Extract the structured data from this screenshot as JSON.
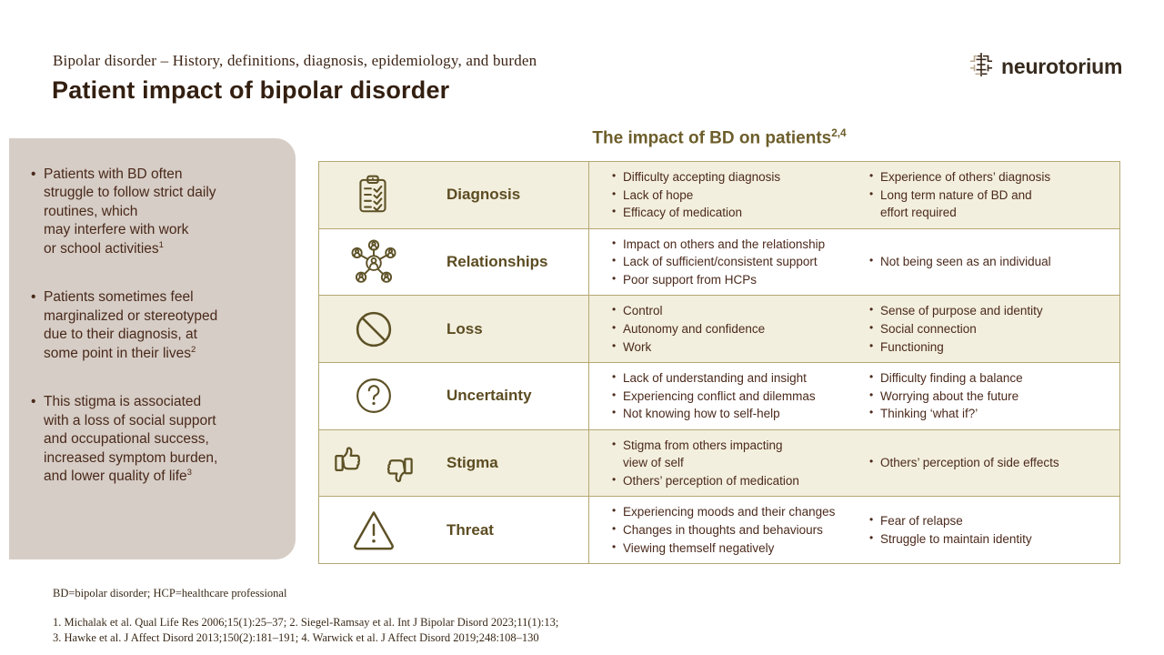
{
  "header": {
    "kicker": "Bipolar disorder – History, definitions, diagnosis, epidemiology, and burden",
    "title": "Patient impact of bipolar disorder",
    "logo_text": "neurotorium"
  },
  "sidebar": {
    "bullets": [
      {
        "text": "Patients with BD often\nstruggle to follow strict daily\nroutines, which\nmay interfere with work\nor school activities",
        "sup": "1"
      },
      {
        "text": "Patients sometimes feel\nmarginalized or stereotyped\ndue to their diagnosis, at\nsome point in their lives",
        "sup": "2"
      },
      {
        "text": "This stigma is associated\nwith a loss of social support\nand occupational success,\nincreased symptom burden,\nand lower quality of life",
        "sup": "3"
      }
    ]
  },
  "table": {
    "title": {
      "text": "The impact of BD on patients",
      "sup": "2,4"
    },
    "rows": [
      {
        "label": "Diagnosis",
        "icon": "clipboard-checklist-icon",
        "col1": [
          "Difficulty accepting diagnosis",
          "Lack of hope",
          "Efficacy of medication"
        ],
        "col2": [
          "Experience of others’ diagnosis",
          "Long term nature of BD and\neffort required"
        ]
      },
      {
        "label": "Relationships",
        "icon": "people-network-icon",
        "col1": [
          "Impact on others and the relationship",
          "Lack of sufficient/consistent support",
          "Poor support from HCPs"
        ],
        "col2": [
          "Not being seen as an individual"
        ]
      },
      {
        "label": "Loss",
        "icon": "prohibition-icon",
        "col1": [
          "Control",
          "Autonomy and confidence",
          "Work"
        ],
        "col2": [
          "Sense of purpose and identity",
          "Social connection",
          "Functioning"
        ]
      },
      {
        "label": "Uncertainty",
        "icon": "question-circle-icon",
        "col1": [
          "Lack of understanding and insight",
          "Experiencing conflict and dilemmas",
          "Not knowing how to self-help"
        ],
        "col2": [
          "Difficulty finding a balance",
          "Worrying about the future",
          "Thinking ‘what if?’"
        ]
      },
      {
        "label": "Stigma",
        "icon": "thumbs-up-down-icon",
        "col1": [
          "Stigma from others impacting\nview of self",
          "Others’ perception of medication"
        ],
        "col2": [
          "Others’ perception of side effects"
        ]
      },
      {
        "label": "Threat",
        "icon": "warning-triangle-icon",
        "col1": [
          "Experiencing moods and their changes",
          "Changes in thoughts and behaviours",
          "Viewing themself negatively"
        ],
        "col2": [
          "Fear of relapse",
          "Struggle to maintain identity"
        ]
      }
    ]
  },
  "footer": {
    "abbreviations": "BD=bipolar disorder; HCP=healthcare professional",
    "references": [
      "1. Michalak et al. Qual Life Res 2006;15(1):25–37;  2. Siegel-Ramsay et al. Int J Bipolar Disord 2023;11(1):13;",
      "3. Hawke et al. J Affect Disord 2013;150(2):181–191;  4. Warwick et al. J Affect Disord 2019;248:108–130"
    ]
  },
  "colors": {
    "heading_brown": "#331f10",
    "body_brown": "#4b2a1c",
    "olive_accent": "#5d5126",
    "table_title_olive": "#6d5e2b",
    "sidebar_bg": "#d6cdc6",
    "row_cream": "#f3efde",
    "border_tan": "#b4a873"
  }
}
